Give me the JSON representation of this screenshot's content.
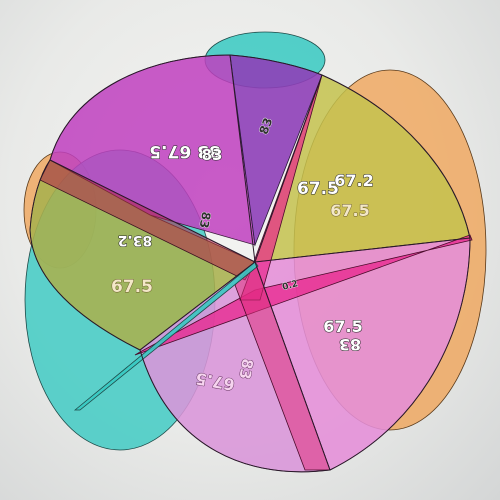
{
  "labels": {
    "left_mid": "67.5",
    "left_upper": "83 67.5",
    "left_band": "83.2",
    "top_cap": "83",
    "center_upper": "83",
    "right_upper_a": "67.5",
    "right_upper_b": "67.2",
    "right_upper_c": "67.5",
    "right_lower_a": "67.5",
    "right_lower_b": "83",
    "lower_left": "83",
    "lower_left_b": "67.5",
    "center_small": "83",
    "center_tiny": "0.2"
  },
  "colors": {
    "background": "#e9eae8",
    "cyan": "#37c9c2",
    "orange": "#f0a050",
    "magenta": "#c040c0",
    "violet": "#8e3fb8",
    "olive": "#a9b04e",
    "pink": "#e85aa6",
    "crimson": "#b0204a",
    "outline": "#3a2a2a"
  }
}
